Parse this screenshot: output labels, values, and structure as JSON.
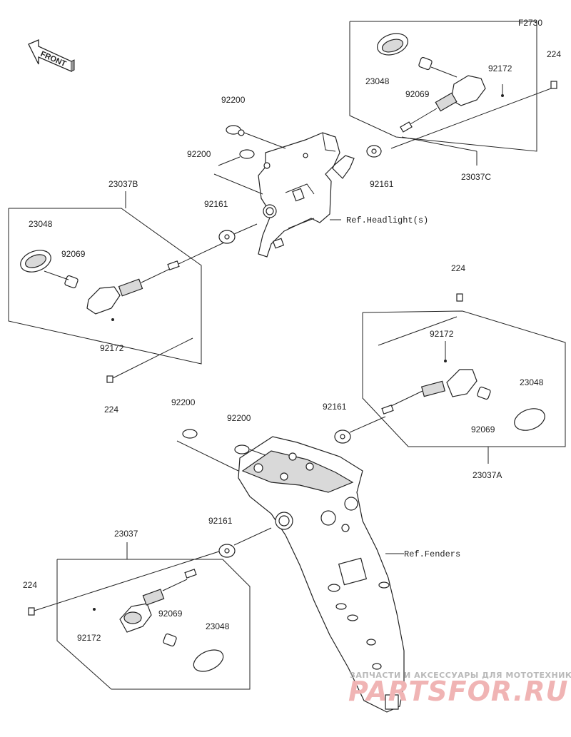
{
  "diagram": {
    "code": "F2730",
    "front_label": "FRONT",
    "refs": {
      "headlight": "Ref.Headlight(s)",
      "fenders": "Ref.Fenders"
    },
    "assemblies": {
      "a23037C": "23037C",
      "a23037B": "23037B",
      "a23037A": "23037A",
      "a23037": "23037"
    },
    "parts": {
      "p92200_a": "92200",
      "p92200_b": "92200",
      "p92200_c": "92200",
      "p92200_d": "92200",
      "p92161_c": "92161",
      "p92161_b": "92161",
      "p92161_a": "92161",
      "p92161_d": "92161",
      "p23048_c": "23048",
      "p92069_c": "92069",
      "p92172_c": "92172",
      "p224_c": "224",
      "p23048_b": "23048",
      "p92069_b": "92069",
      "p92172_b": "92172",
      "p224_b": "224",
      "p224_a": "224",
      "p92172_a": "92172",
      "p23048_a": "23048",
      "p92069_a": "92069",
      "p224_d": "224",
      "p92172_d": "92172",
      "p92069_d": "92069",
      "p23048_d": "23048"
    }
  },
  "watermark": {
    "line1": "ЗАПЧАСТИ И АКСЕССУАРЫ ДЛЯ МОТОТЕХНИКИ",
    "line2": "PARTSFOR.RU"
  }
}
